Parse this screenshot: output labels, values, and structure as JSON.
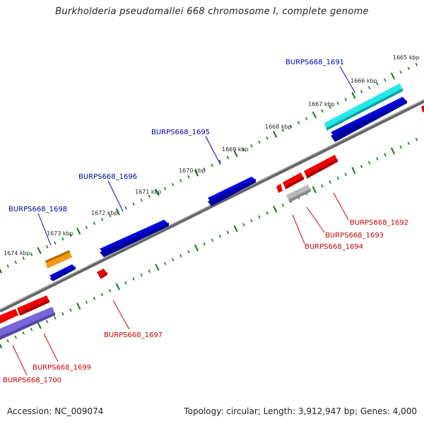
{
  "title": "Burkholderia pseudomallei 668 chromosome I, complete genome",
  "footer": {
    "accession": "Accession: NC_009074",
    "summary": "Topology: circular; Length: 3,912,947 bp; Genes: 4,000"
  },
  "scale_labels": [
    "1665 kbp",
    "1666 kbp",
    "1667 kbp",
    "1668 kbp",
    "1669 kbp",
    "1670 kbp",
    "1671 kbp",
    "1672 kbp",
    "1673 kbp",
    "1674 kbp"
  ],
  "colors": {
    "backbone": "#808080",
    "forward_cds": "#0000dd",
    "reverse_cds": "#ee0000",
    "highlight_cyan": "#22e8e8",
    "highlight_orange": "#f39a1a",
    "pseudo_gray": "#bbbbbb",
    "lavender": "#7766dd",
    "tick": "#117711",
    "forward_label": "#0000aa",
    "reverse_label": "#cc0000"
  },
  "genes_forward": [
    {
      "label": "BURPS668_1691"
    },
    {
      "label": "BURPS668_1695"
    },
    {
      "label": "BURPS668_1696"
    },
    {
      "label": "BURPS668_1698"
    }
  ],
  "genes_reverse": [
    {
      "label": "BURPS668_1692"
    },
    {
      "label": "BURPS668_1693"
    },
    {
      "label": "BURPS668_1694"
    },
    {
      "label": "BURPS668_1697"
    },
    {
      "label": "BURPS668_1699"
    },
    {
      "label": "BURPS668_1700"
    }
  ]
}
